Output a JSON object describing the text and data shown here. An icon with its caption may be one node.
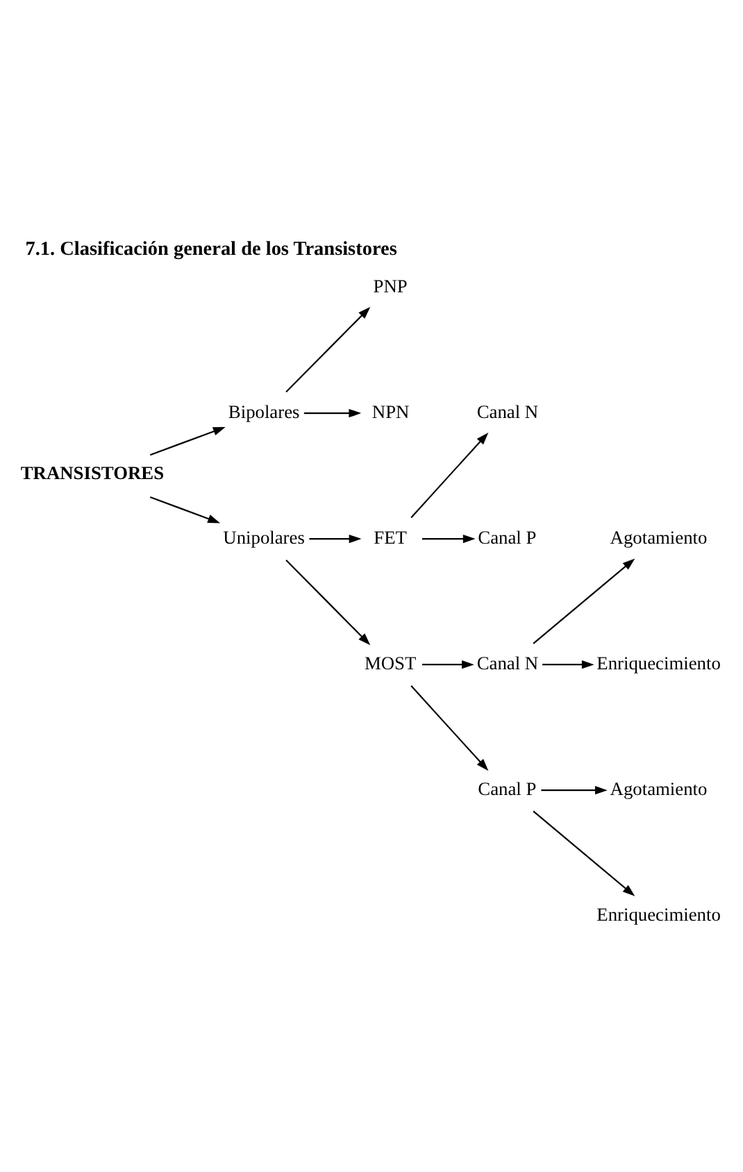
{
  "diagram": {
    "title": "7.1. Clasificación general de los Transistores",
    "nodes": [
      {
        "text": [
          "TRANSISTORES"
        ]
      },
      {
        "text": [
          "Bipolares"
        ]
      },
      {
        "text": [
          "PNP"
        ]
      },
      {
        "text": [
          "NPN"
        ]
      },
      {
        "text": [
          "Unipolares"
        ]
      },
      {
        "text": [
          "FET"
        ]
      },
      {
        "text": [
          "Canal N"
        ]
      },
      {
        "text": [
          "Canal P"
        ]
      },
      {
        "text": [
          "MOST"
        ]
      },
      {
        "text": [
          "Canal N"
        ]
      },
      {
        "text": [
          "Canal P"
        ]
      },
      {
        "text": [
          "Agotamiento"
        ]
      },
      {
        "text": [
          "Enriquecimiento"
        ]
      },
      {
        "text": [
          "Agotamiento"
        ]
      },
      {
        "text": [
          "Enriquecimiento"
        ]
      }
    ],
    "edges": [
      {
        "from": 0,
        "to": 1,
        "arrow": "to"
      },
      {
        "from": 1,
        "to": 2,
        "arrow": "to"
      },
      {
        "from": 1,
        "to": 3,
        "arrow": "to"
      },
      {
        "from": 0,
        "to": 4,
        "arrow": "to"
      },
      {
        "from": 4,
        "to": 5,
        "arrow": "to"
      },
      {
        "from": 5,
        "to": 6,
        "arrow": "to"
      },
      {
        "from": 5,
        "to": 7,
        "arrow": "to"
      },
      {
        "from": 4,
        "to": 8,
        "arrow": "to"
      },
      {
        "from": 8,
        "to": 9,
        "arrow": "to"
      },
      {
        "from": 8,
        "to": 10,
        "arrow": "to"
      },
      {
        "from": 9,
        "to": 11,
        "arrow": "to"
      },
      {
        "from": 9,
        "to": 12,
        "arrow": "to"
      },
      {
        "from": 10,
        "to": 13,
        "arrow": "to"
      },
      {
        "from": 10,
        "to": 14,
        "arrow": "to"
      }
    ]
  }
}
